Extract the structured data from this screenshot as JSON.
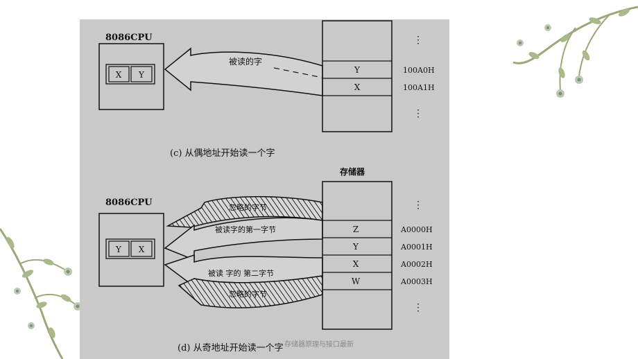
{
  "footer": "存储器原理与接口最新",
  "top": {
    "cpu_label": "8086CPU",
    "reg_left": "X",
    "reg_right": "Y",
    "arrow_label": "被读的字",
    "memory_cells": [
      "Y",
      "X"
    ],
    "addresses": [
      "100A0H",
      "100A1H"
    ],
    "caption": "(c)  从偶地址开始读一个字"
  },
  "bottom": {
    "memory_title": "存储器",
    "cpu_label": "8086CPU",
    "reg_left": "Y",
    "reg_right": "X",
    "arrow_labels": {
      "ignored_top": "忽略的字节",
      "first_byte": "被读字的第一字节",
      "second_byte": "被读 字的 第二字节",
      "ignored_bottom": "忽略的字节"
    },
    "memory_cells": [
      "Z",
      "Y",
      "X",
      "W"
    ],
    "addresses": [
      "A0000H",
      "A0001H",
      "A0002H",
      "A0003H"
    ],
    "caption": "(d) 从奇地址开始读一个字"
  },
  "colors": {
    "figure_bg": "#c9c9c9",
    "decor_green": "#a9b98a",
    "decor_flower": "#b9c9b4"
  }
}
